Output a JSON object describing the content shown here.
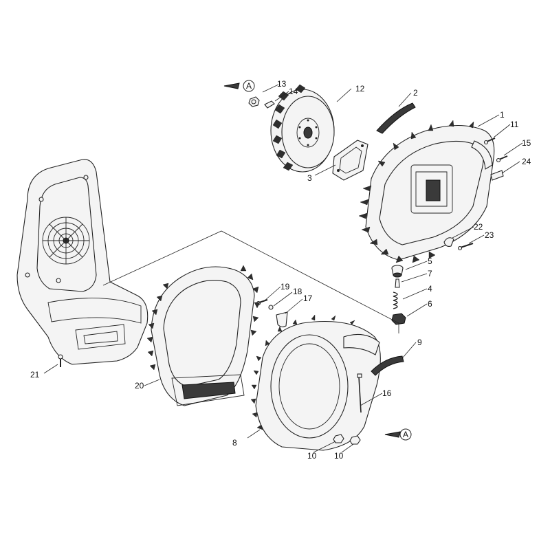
{
  "reference_marks": [
    {
      "id": "ref-a-top",
      "label": "A"
    },
    {
      "id": "ref-a-bottom",
      "label": "A"
    }
  ],
  "callouts": [
    {
      "id": "c1",
      "label": "1"
    },
    {
      "id": "c2",
      "label": "2"
    },
    {
      "id": "c3",
      "label": "3"
    },
    {
      "id": "c4",
      "label": "4"
    },
    {
      "id": "c5",
      "label": "5"
    },
    {
      "id": "c6",
      "label": "6"
    },
    {
      "id": "c7",
      "label": "7"
    },
    {
      "id": "c8",
      "label": "8"
    },
    {
      "id": "c9",
      "label": "9"
    },
    {
      "id": "c10a",
      "label": "10"
    },
    {
      "id": "c10b",
      "label": "10"
    },
    {
      "id": "c11",
      "label": "11"
    },
    {
      "id": "c12",
      "label": "12"
    },
    {
      "id": "c13",
      "label": "13"
    },
    {
      "id": "c14",
      "label": "14"
    },
    {
      "id": "c15",
      "label": "15"
    },
    {
      "id": "c16",
      "label": "16"
    },
    {
      "id": "c17",
      "label": "17"
    },
    {
      "id": "c18",
      "label": "18"
    },
    {
      "id": "c19",
      "label": "19"
    },
    {
      "id": "c20",
      "label": "20"
    },
    {
      "id": "c21",
      "label": "21"
    },
    {
      "id": "c22",
      "label": "22"
    },
    {
      "id": "c23",
      "label": "23"
    },
    {
      "id": "c24",
      "label": "24"
    }
  ]
}
